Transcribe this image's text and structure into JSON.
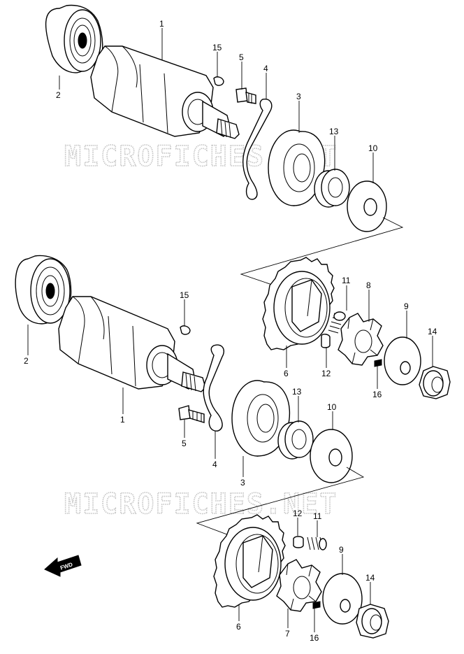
{
  "watermark": "MICROFICHES.NET",
  "fwd_label": "FWD",
  "callouts": {
    "top": {
      "p1": "1",
      "p2": "2",
      "p3": "3",
      "p4": "4",
      "p5": "5",
      "p13": "13",
      "p10": "10",
      "p15": "15"
    },
    "upper_drive": {
      "p11": "11",
      "p8": "8",
      "p9": "9",
      "p14": "14",
      "p6": "6",
      "p12": "12",
      "p16": "16"
    },
    "middle": {
      "p15": "15",
      "p2": "2",
      "p1": "1",
      "p5": "5",
      "p4": "4",
      "p3": "3",
      "p13": "13",
      "p10": "10"
    },
    "bottom": {
      "p12": "12",
      "p11": "11",
      "p9": "9",
      "p14": "14",
      "p6": "6",
      "p7": "7",
      "p16": "16"
    }
  }
}
